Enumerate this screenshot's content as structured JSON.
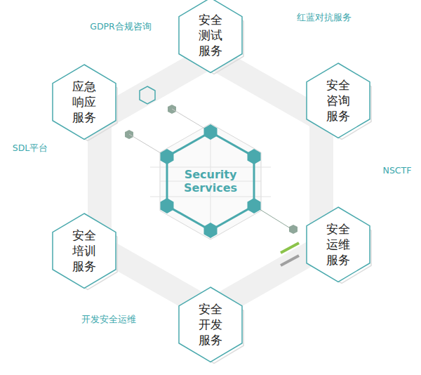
{
  "diagram": {
    "nodes": [
      {
        "text": [
          "Security Services"
        ]
      },
      {
        "text": [
          "安全测试服务"
        ]
      },
      {
        "text": [
          "安全咨询服务"
        ]
      },
      {
        "text": [
          "安全运维服务"
        ]
      },
      {
        "text": [
          "安全开发服务"
        ]
      },
      {
        "text": [
          "安全培训服务"
        ]
      },
      {
        "text": [
          "应急响应服务"
        ]
      }
    ],
    "labels": [
      "GDPR合规咨询",
      "红蓝对抗服务",
      "SDL平台",
      "NSCTF",
      "开发安全运维"
    ]
  }
}
